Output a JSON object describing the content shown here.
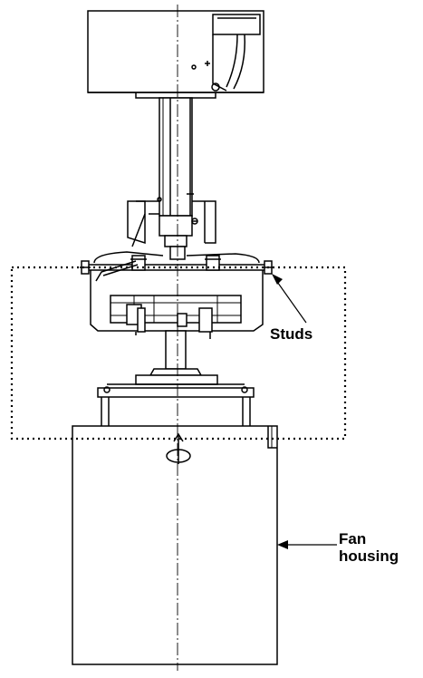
{
  "labels": {
    "studs": "Studs",
    "fan_line1": "Fan",
    "fan_line2": "housing"
  },
  "colors": {
    "ink": "#000000",
    "paper": "#ffffff",
    "shade": "#e6e6e6"
  },
  "icons": {
    "rotation": "rotation-arrow-icon"
  }
}
